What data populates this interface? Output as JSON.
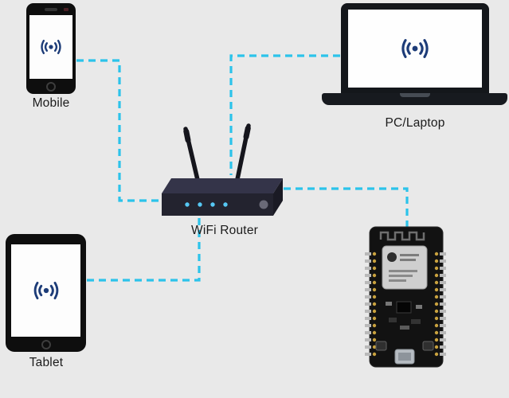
{
  "diagram": {
    "type": "wifi-network-diagram",
    "nodes": {
      "mobile": {
        "label": "Mobile",
        "kind": "smartphone"
      },
      "pc": {
        "label": "PC/Laptop",
        "kind": "laptop"
      },
      "router": {
        "label": "WiFi Router",
        "kind": "wifi-router"
      },
      "tablet": {
        "label": "Tablet",
        "kind": "tablet"
      },
      "esp32": {
        "kind": "esp32-dev-board"
      }
    },
    "connections": [
      {
        "from": "mobile",
        "to": "router"
      },
      {
        "from": "pc",
        "to": "router"
      },
      {
        "from": "router",
        "to": "esp32"
      },
      {
        "from": "tablet",
        "to": "router"
      }
    ]
  },
  "colors": {
    "background": "#e9e9e9",
    "connection_line": "#2cc3ea",
    "wifi_icon": "#1d3c78",
    "device_body": "#0e0e0e",
    "router_front": "#23232f",
    "router_top": "#343449",
    "router_led": "#56c8f4"
  }
}
